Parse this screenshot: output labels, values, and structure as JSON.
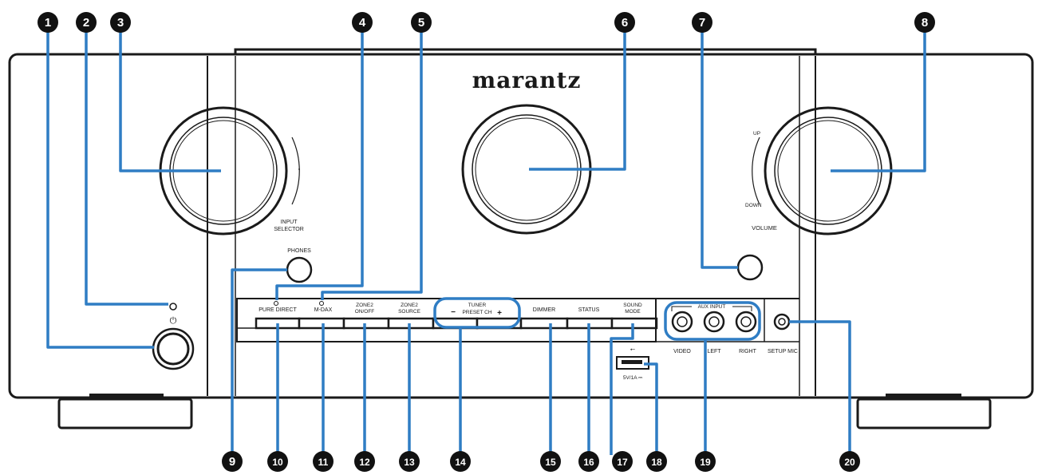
{
  "brand": "marantz",
  "labels": {
    "input_selector_1": "INPUT",
    "input_selector_2": "SELECTOR",
    "volume": "VOLUME",
    "up": "UP",
    "down": "DOWN",
    "phones": "PHONES",
    "pure_direct": "PURE DIRECT",
    "m_dax": "M-DAX",
    "zone2_onoff_1": "ZONE2",
    "zone2_onoff_2": "ON/OFF",
    "zone2_source_1": "ZONE2",
    "zone2_source_2": "SOURCE",
    "tuner_1": "TUNER",
    "tuner_2": "PRESET CH",
    "minus": "−",
    "plus": "+",
    "dimmer": "DIMMER",
    "status": "STATUS",
    "sound_mode_1": "SOUND",
    "sound_mode_2": "MODE",
    "aux_input": "AUX INPUT",
    "video": "VIDEO",
    "left": "LEFT",
    "right": "RIGHT",
    "setup_mic": "SETUP MIC",
    "usb_rating": "5V/1A ⎓",
    "power_symbol": "⏻",
    "usb_symbol": "⭠"
  },
  "callouts": [
    "1",
    "2",
    "3",
    "4",
    "5",
    "6",
    "7",
    "8",
    "9",
    "10",
    "11",
    "12",
    "13",
    "14",
    "15",
    "16",
    "17",
    "18",
    "19",
    "20"
  ],
  "colors": {
    "leader": "#2f7dc4",
    "callout_fill": "#111111",
    "outline": "#1a1a1a"
  }
}
